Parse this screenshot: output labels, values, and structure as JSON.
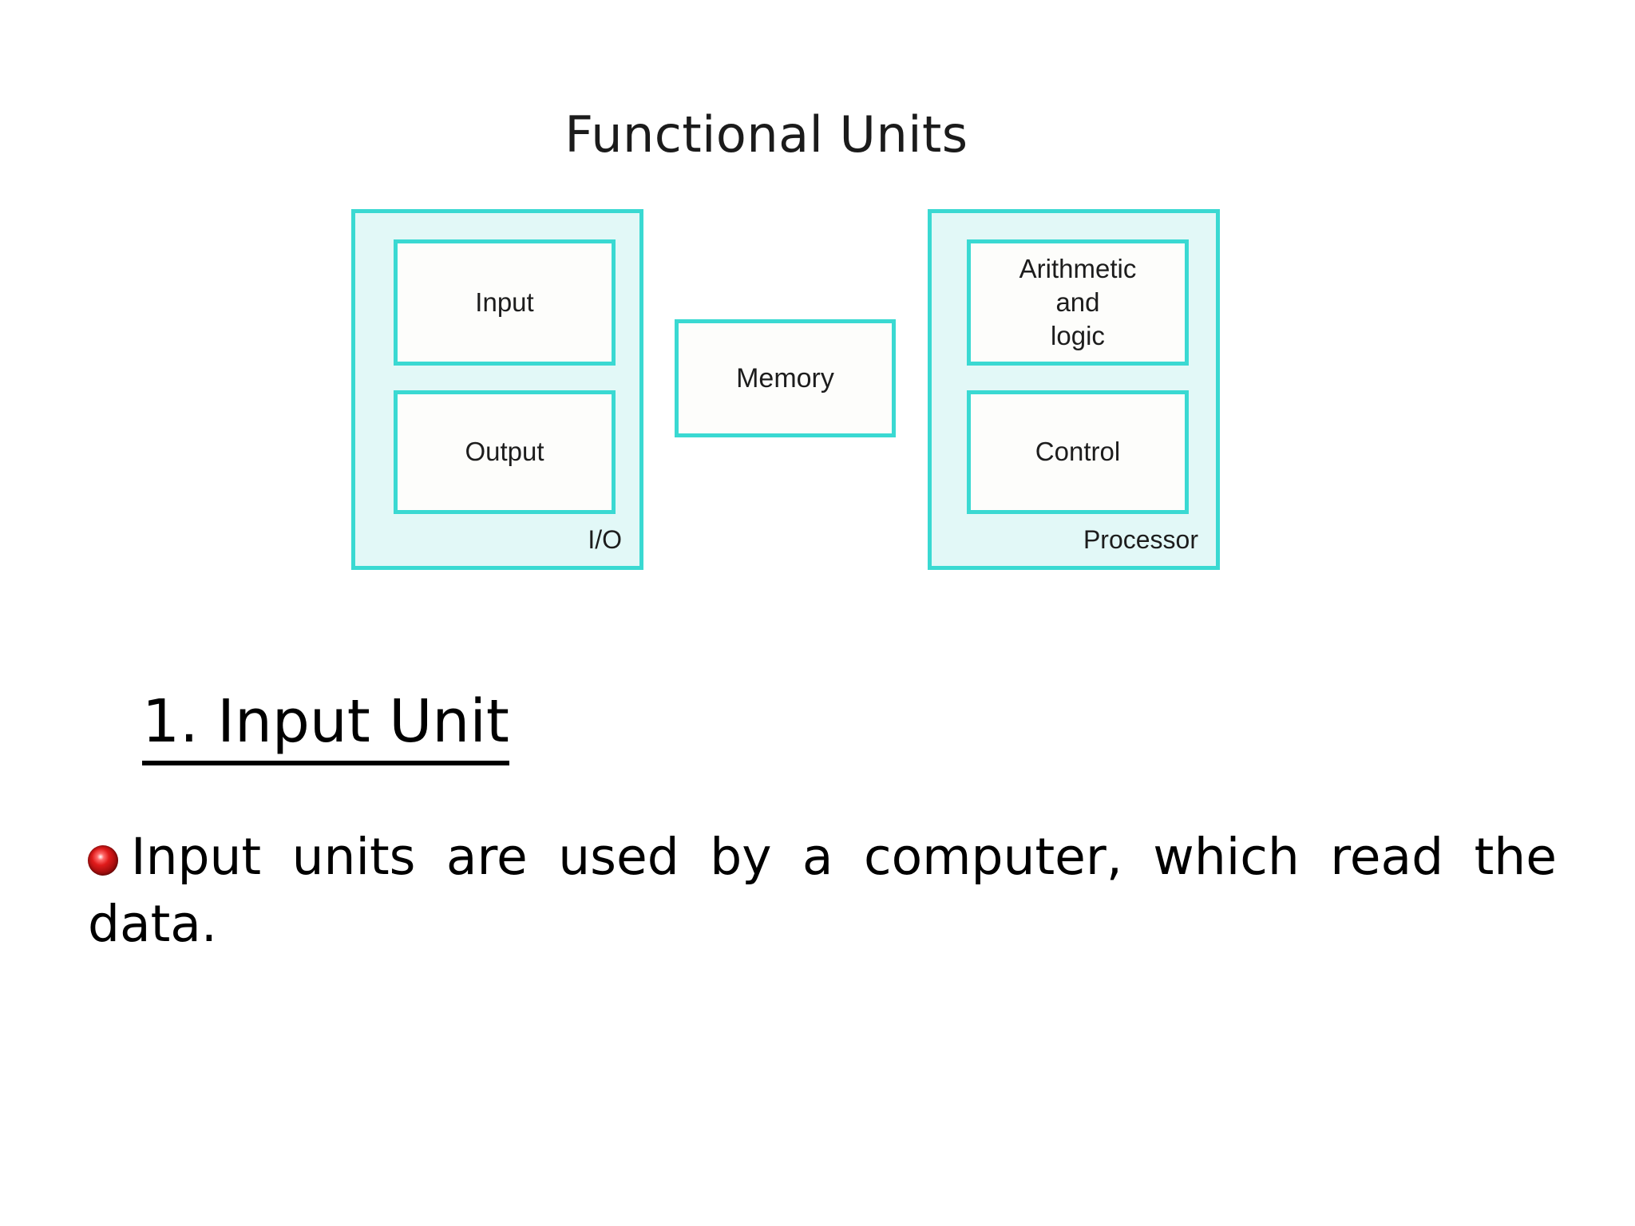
{
  "slide": {
    "background_color": "#ffffff",
    "diagram_title": "Functional Units"
  },
  "diagram": {
    "accent_color": "#3ad9d2",
    "block_fill_color": "#e2f8f7",
    "box_fill_color": "#fdfdfb",
    "io_block": {
      "caption": "I/O",
      "boxes": [
        {
          "label": "Input"
        },
        {
          "label": "Output"
        }
      ]
    },
    "memory_block": {
      "label": "Memory"
    },
    "processor_block": {
      "caption": "Processor",
      "boxes": [
        {
          "label": "Arithmetic\nand\nlogic",
          "line1": "Arithmetic",
          "line2": "and",
          "line3": "logic"
        },
        {
          "label": "Control"
        }
      ]
    }
  },
  "content": {
    "heading": "1. Input Unit",
    "bullet_color": "#b30f0f",
    "bullet_icon": "red-sphere-bullet-icon",
    "paragraph": "Input units are used by a computer, which read the data."
  }
}
